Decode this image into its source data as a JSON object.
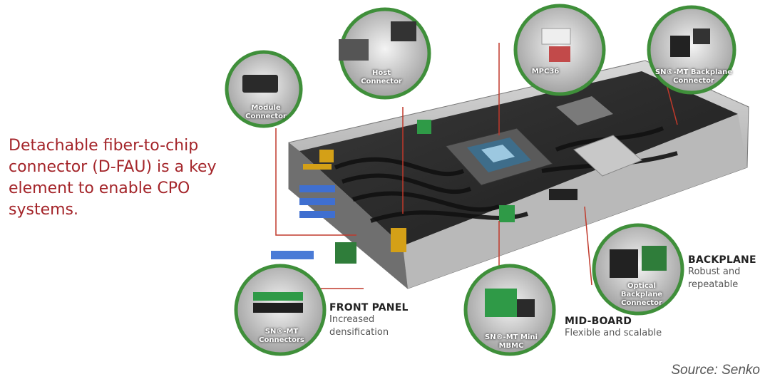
{
  "headline": "Detachable fiber-to-chip connector (D-FAU) is a key element to enable CPO systems.",
  "callouts": {
    "module_connector": "Module Connector",
    "host_connector": "Host Connector",
    "mpc36": "MPC36",
    "sn_mt_backplane": "SN®-MT Backplane Connector",
    "optical_backplane": "Optical Backplane Connector",
    "sn_mt_mini_mbmc": "SN®-MT Mini MBMC",
    "sn_mt_connectors": "SN®-MT Connectors"
  },
  "sections": {
    "backplane": {
      "title": "BACKPLANE",
      "line1": "Robust and",
      "line2": "repeatable"
    },
    "mid_board": {
      "title": "MID-BOARD",
      "line1": "Flexible and scalable"
    },
    "front_panel": {
      "title": "FRONT PANEL",
      "line1": "Increased",
      "line2": "densification"
    }
  },
  "source": "Source: Senko",
  "colors": {
    "headline": "#a4252a",
    "circle_ring": "#3f8f3a",
    "leader": "#c0392b"
  }
}
